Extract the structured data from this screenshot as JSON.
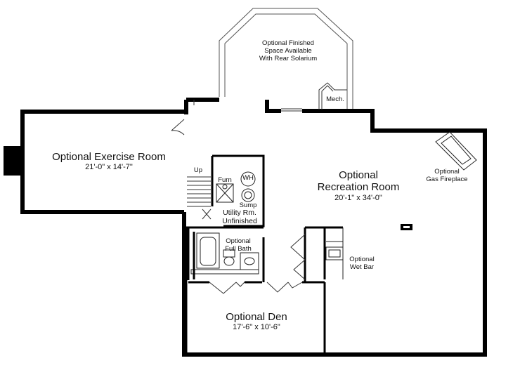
{
  "rooms": {
    "exercise": {
      "name": "Optional Exercise Room",
      "dims": "21'-0\" x 14'-7\""
    },
    "recreation": {
      "line1": "Optional",
      "line2": "Recreation Room",
      "dims": "20'-1\" x 34'-0\""
    },
    "den": {
      "name": "Optional Den",
      "dims": "17'-6\" x 10'-6\""
    },
    "solarium": {
      "line1": "Optional Finished",
      "line2": "Space Available",
      "line3": "With Rear Solarium"
    },
    "utility": {
      "line1": "Utility Rm.",
      "line2": "Unfinished"
    },
    "bath": {
      "line1": "Optional",
      "line2": "Full Bath"
    }
  },
  "fixtures": {
    "mech": "Mech.",
    "furn": "Furn",
    "wh": "WH",
    "sump": "Sump",
    "up": "Up",
    "fireplace": {
      "line1": "Optional",
      "line2": "Gas Fireplace"
    },
    "wetbar": {
      "line1": "Optional",
      "line2": "Wet Bar"
    }
  },
  "colors": {
    "wall": "#000000",
    "line": "#333333",
    "background": "#ffffff"
  }
}
